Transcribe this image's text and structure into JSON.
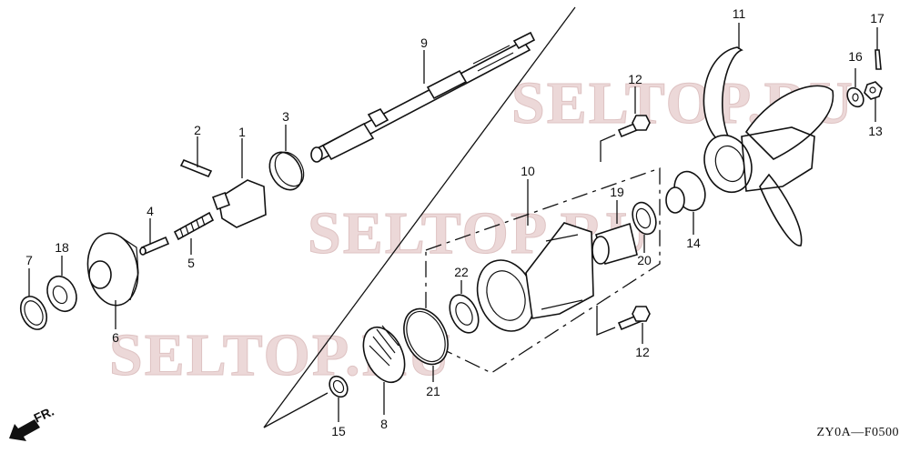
{
  "diagram": {
    "type": "exploded parts diagram",
    "subject": "outboard motor propeller shaft / gear case assembly",
    "code": "ZY0A—F0500",
    "direction_indicator": "FR.",
    "watermarks": [
      "SELTOP.RU",
      "SELTOP.RU",
      "SELTOP.RU"
    ]
  },
  "callouts": [
    {
      "number": "1",
      "part": "clutch dog"
    },
    {
      "number": "2",
      "part": "pin"
    },
    {
      "number": "3",
      "part": "spring ring"
    },
    {
      "number": "4",
      "part": "pin / shift slider"
    },
    {
      "number": "5",
      "part": "spring"
    },
    {
      "number": "6",
      "part": "reverse bevel gear"
    },
    {
      "number": "7",
      "part": "thrust washer"
    },
    {
      "number": "8",
      "part": "bevel gear"
    },
    {
      "number": "9",
      "part": "propeller shaft"
    },
    {
      "number": "10",
      "part": "propeller shaft holder"
    },
    {
      "number": "11",
      "part": "propeller"
    },
    {
      "number": "12",
      "part": "flange bolt"
    },
    {
      "number": "12",
      "part": "flange bolt"
    },
    {
      "number": "13",
      "part": "castle nut"
    },
    {
      "number": "14",
      "part": "thrust holder"
    },
    {
      "number": "15",
      "part": "thrust washer"
    },
    {
      "number": "16",
      "part": "washer"
    },
    {
      "number": "17",
      "part": "cotter pin"
    },
    {
      "number": "18",
      "part": "bearing"
    },
    {
      "number": "19",
      "part": "needle bearing"
    },
    {
      "number": "20",
      "part": "oil seal"
    },
    {
      "number": "21",
      "part": "o-ring"
    },
    {
      "number": "22",
      "part": "ball bearing"
    }
  ]
}
